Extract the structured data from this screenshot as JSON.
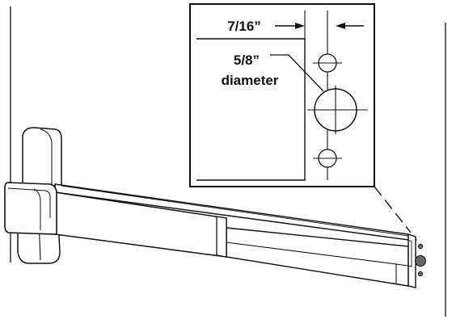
{
  "diagram": {
    "inset": {
      "offset_label": "7/16”",
      "hole_size_label": "5/8”",
      "hole_size_caption": "diameter"
    },
    "colors": {
      "line": "#111111",
      "bar_fill": "#ffffff",
      "bolt_fill": "#666666"
    },
    "icons": {
      "push_bar": "exit-device-push-bar",
      "mounting_hole": "mounting-hole"
    }
  }
}
